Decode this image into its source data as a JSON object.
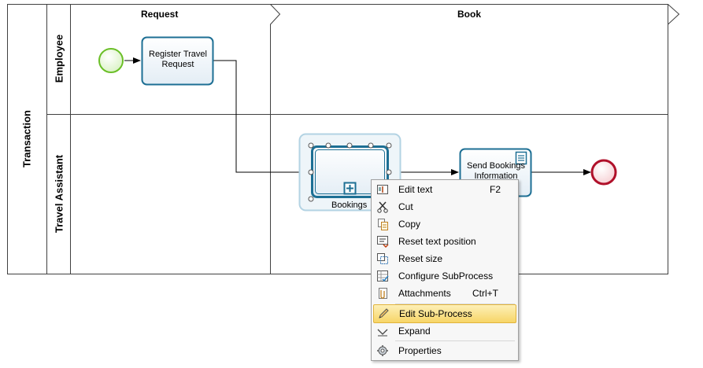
{
  "pool": {
    "label": "Transaction"
  },
  "lanes": [
    {
      "label": "Employee"
    },
    {
      "label": "Travel Assistant"
    }
  ],
  "phases": [
    {
      "label": "Request"
    },
    {
      "label": "Book"
    }
  ],
  "tasks": {
    "register": {
      "line1": "Register Travel",
      "line2": "Request"
    },
    "bookings": {
      "label": "Bookings"
    },
    "send": {
      "line1": "Send Bookings",
      "line2": "Information"
    }
  },
  "context_menu": {
    "items": [
      {
        "label": "Edit text",
        "shortcut": "F2",
        "icon": "edit-text-icon"
      },
      {
        "label": "Cut",
        "shortcut": "",
        "icon": "scissors-icon"
      },
      {
        "label": "Copy",
        "shortcut": "",
        "icon": "copy-icon"
      },
      {
        "label": "Reset text position",
        "shortcut": "",
        "icon": "reset-text-position-icon"
      },
      {
        "label": "Reset size",
        "shortcut": "",
        "icon": "reset-size-icon"
      },
      {
        "label": "Configure SubProcess",
        "shortcut": "",
        "icon": "configure-subprocess-icon"
      },
      {
        "label": "Attachments",
        "shortcut": "Ctrl+T",
        "icon": "paperclip-icon"
      },
      {
        "label": "Edit Sub-Process",
        "shortcut": "",
        "icon": "pencil-icon"
      },
      {
        "label": "Expand",
        "shortcut": "",
        "icon": "expand-icon"
      },
      {
        "label": "Properties",
        "shortcut": "",
        "icon": "gear-icon"
      }
    ],
    "highlighted": "Edit Sub-Process"
  },
  "colors": {
    "task_border": "#1d6f94",
    "start_event": "#6bbf28",
    "end_event": "#b0102a",
    "highlight": "#f7d567"
  }
}
